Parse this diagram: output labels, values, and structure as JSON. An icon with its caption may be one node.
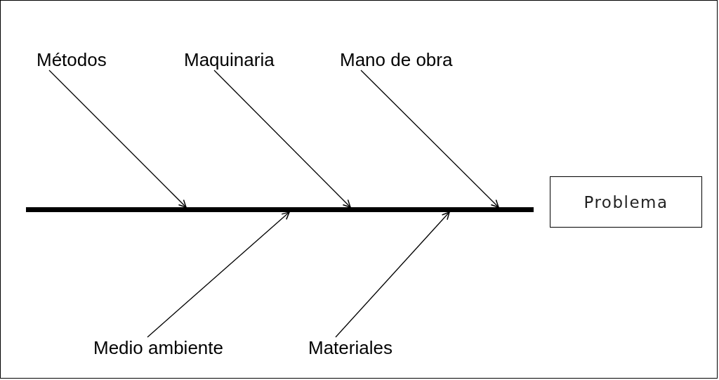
{
  "diagram": {
    "nodes": [
      {
        "text": [
          "Métodos"
        ]
      },
      {
        "text": [
          "Maquinaria"
        ]
      },
      {
        "text": [
          "Mano de obra"
        ]
      },
      {
        "text": [],
        "shape": "bar"
      },
      {
        "text": [
          "Problema"
        ]
      },
      {
        "text": [
          "Medio ambiente"
        ]
      },
      {
        "text": [
          "Materiales"
        ]
      }
    ],
    "edges": [
      {
        "from": 0,
        "to": 3,
        "arrow": "to"
      },
      {
        "from": 1,
        "to": 3,
        "arrow": "to"
      },
      {
        "from": 2,
        "to": 3,
        "arrow": "to"
      },
      {
        "from": 5,
        "to": 3,
        "arrow": "to"
      },
      {
        "from": 6,
        "to": 3,
        "arrow": "to"
      }
    ]
  }
}
